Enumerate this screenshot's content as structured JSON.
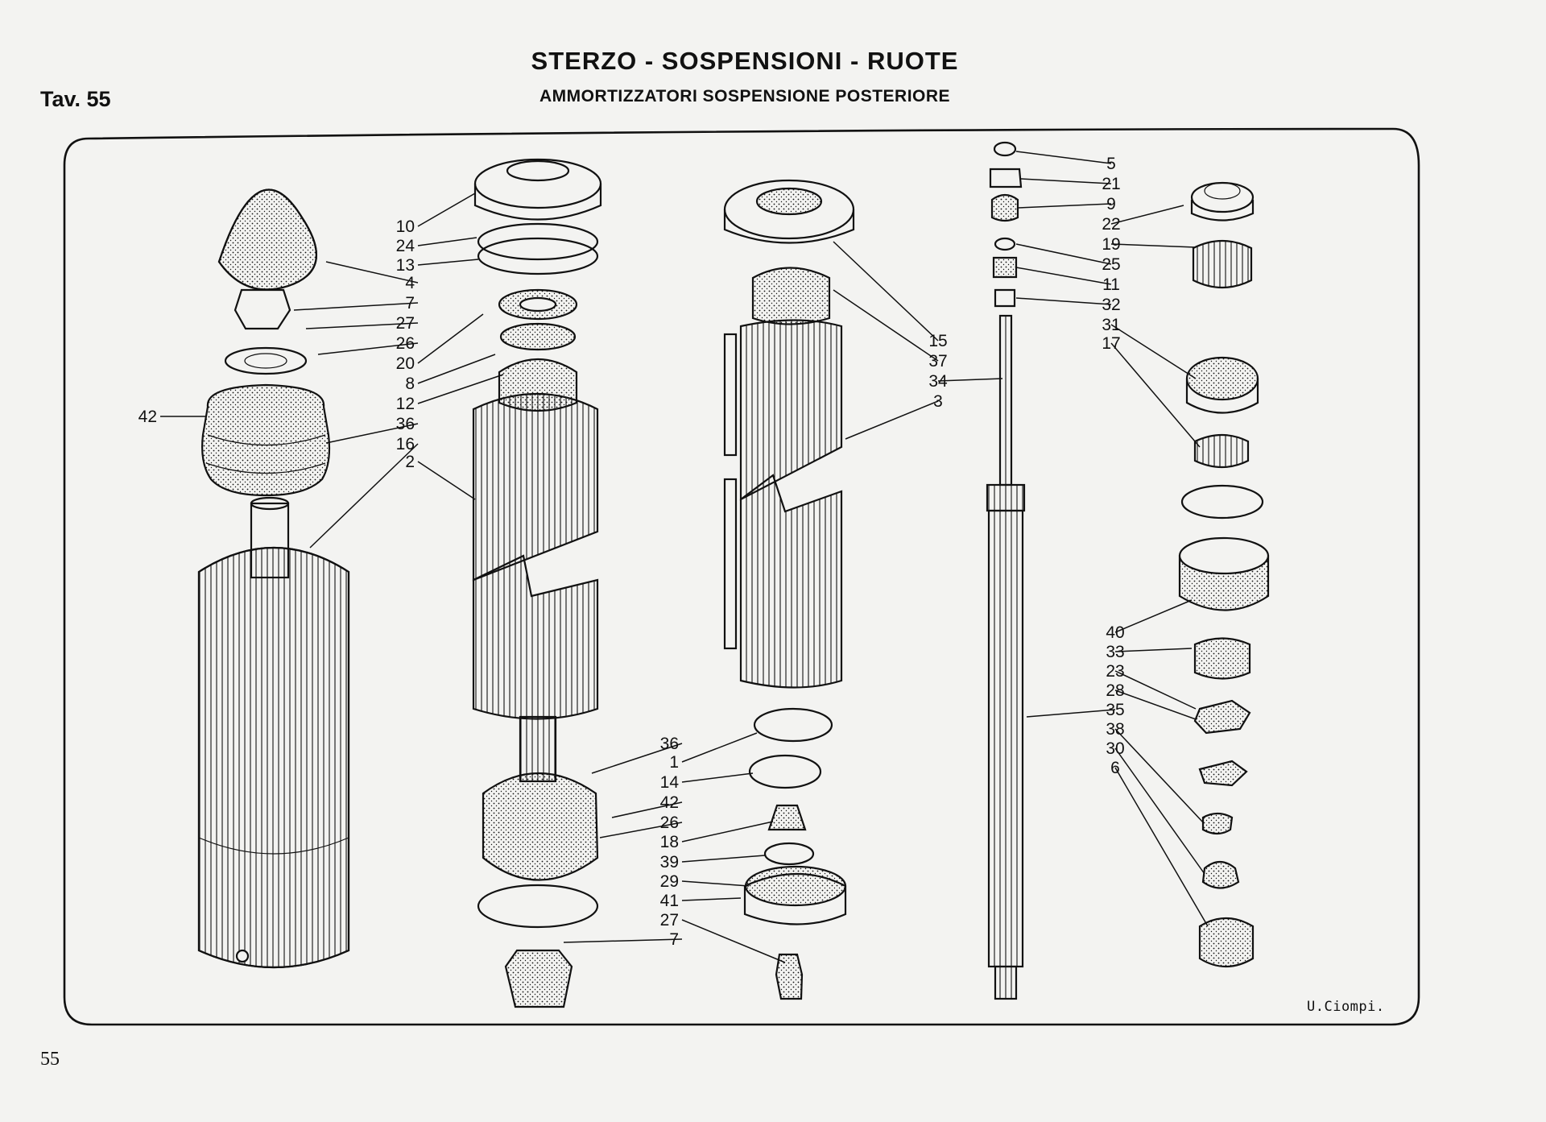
{
  "header": {
    "title": "STERZO - SOSPENSIONI - RUOTE",
    "subtitle": "AMMORTIZZATORI SOSPENSIONE POSTERIORE",
    "plate": "Tav. 55"
  },
  "footer": {
    "page_number": "55",
    "signature": "U.Ciompi."
  },
  "callouts": {
    "group1": [
      "4",
      "7",
      "27",
      "26",
      "20",
      "8",
      "12",
      "36",
      "16",
      "2"
    ],
    "group1_side": "42",
    "group2_top": [
      "10",
      "24",
      "13"
    ],
    "group2_bottom": [
      "36",
      "1",
      "14",
      "42",
      "26",
      "18",
      "39",
      "29",
      "41",
      "27",
      "7"
    ],
    "group3": [
      "15",
      "37",
      "34",
      "3"
    ],
    "group4": [
      "5",
      "21",
      "9",
      "22",
      "19",
      "25",
      "11",
      "32",
      "31",
      "17"
    ],
    "group4_lower": [
      "40",
      "33",
      "23",
      "28",
      "35",
      "38",
      "30",
      "6"
    ]
  }
}
